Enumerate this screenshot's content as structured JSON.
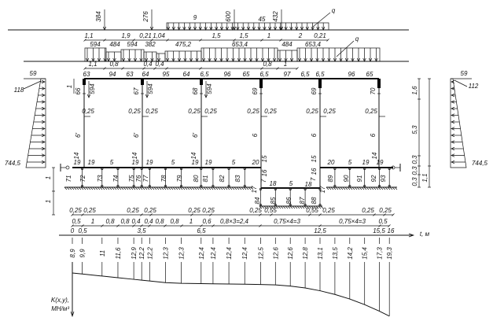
{
  "top_loads": {
    "point_loads": [
      "384",
      "276",
      "600",
      "432"
    ],
    "distributed_labels": [
      "9",
      "45"
    ],
    "leader_label": "q",
    "dims": [
      "1,1",
      "1,9",
      "0,21",
      "1,04",
      "1,5",
      "1,5",
      "1",
      "2",
      "0,21"
    ]
  },
  "second_loads": {
    "values": [
      "594",
      "484",
      "594",
      "382",
      "475,2",
      "653,4",
      "484",
      "653,4"
    ],
    "leader_label": "q",
    "dims": [
      "1,1",
      "0,8",
      "0,4",
      "0,4",
      "0,8",
      "1"
    ]
  },
  "frame": {
    "top_beam_labels": [
      "63",
      "94",
      "63",
      "64",
      "95",
      "64",
      "6,5",
      "96",
      "65",
      "6,5",
      "97",
      "6,5",
      "6,5",
      "96",
      "65"
    ],
    "column_top_labels": [
      "66",
      "67",
      "68",
      "69",
      "69",
      "70"
    ],
    "column_loads": [
      "594",
      "594",
      "594"
    ],
    "offset_labels": [
      "0,25",
      "0,25",
      "0,25",
      "0,25",
      "0,25",
      "0,25",
      "0,25",
      "0,25",
      "0,25",
      "0,25"
    ],
    "column_labels": [
      "6'",
      "6'",
      "6'",
      "6",
      "6",
      "6"
    ],
    "top_dim": "1",
    "column_base_labels": [
      "14",
      "14",
      "14",
      "14"
    ],
    "beam_labels": [
      "19",
      "19",
      "5",
      "19",
      "19",
      "5",
      "19",
      "19",
      "5",
      "20",
      "20",
      "5",
      "19",
      "19"
    ],
    "pit_labels": [
      "15",
      "16",
      "7",
      "17",
      "18",
      "5",
      "18",
      "7",
      "16",
      "15",
      "17"
    ],
    "spring_numbers": [
      "71",
      "72",
      "73",
      "74",
      "75",
      "76",
      "77",
      "78",
      "79",
      "80",
      "81",
      "82",
      "83",
      "84",
      "85",
      "86",
      "87",
      "88",
      "89",
      "90",
      "91",
      "92",
      "93"
    ],
    "left_dims": [
      "1",
      "1"
    ]
  },
  "left_pressure": {
    "top": "59",
    "top_inner": "118",
    "bottom": "744,5"
  },
  "right_pressure": {
    "top": "59",
    "top_inner": "112",
    "bottom": "744,5"
  },
  "right_dims": [
    "1,6",
    "5,3",
    "0,3",
    "0,3",
    "0,3",
    "1,1"
  ],
  "bottom": {
    "spacing_row1": [
      "0,25",
      "0,25",
      "0,25",
      "0,25",
      "0,25",
      "0,25",
      "0,25",
      "0,55",
      "0,55",
      "0,25",
      "0,25",
      "0,25"
    ],
    "spacing_row2": [
      "0,5",
      "1",
      "0,8",
      "0,8",
      "0,4",
      "0,4",
      "0,8",
      "0,8",
      "1",
      "0,6",
      "0,8×3=2,4",
      "0,75×4=3",
      "0,75×4=3",
      "0,5"
    ],
    "axis_ticks": [
      "0",
      "0,5",
      "3,5",
      "6,5",
      "12,5",
      "15,5",
      "16"
    ],
    "axis_title": "t, м",
    "k_values": [
      "8,9",
      "9,9",
      "11",
      "11,6",
      "12,9",
      "12,2",
      "12,2",
      "12,3",
      "12,3",
      "12,4",
      "12,4",
      "12,4",
      "12,4",
      "12,5",
      "12,6",
      "12,6",
      "12,8",
      "13,1",
      "13,5",
      "14,2",
      "15,4",
      "17,3",
      "19,3"
    ],
    "k_axis_label_1": "K(x,y),",
    "k_axis_label_2": "МН/м³"
  }
}
